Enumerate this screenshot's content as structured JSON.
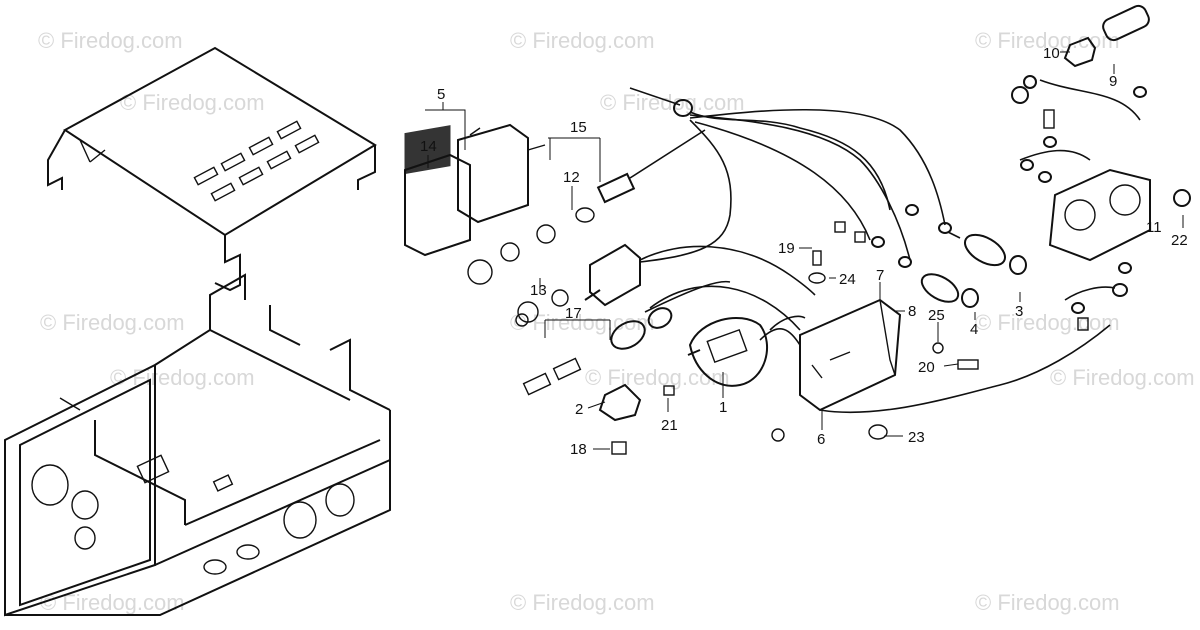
{
  "watermark": {
    "text": "© Firedog.com"
  },
  "callouts": [
    {
      "label": "1"
    },
    {
      "label": "2"
    },
    {
      "label": "3"
    },
    {
      "label": "4"
    },
    {
      "label": "5"
    },
    {
      "label": "6"
    },
    {
      "label": "7"
    },
    {
      "label": "8"
    },
    {
      "label": "9"
    },
    {
      "label": "10"
    },
    {
      "label": "11"
    },
    {
      "label": "12"
    },
    {
      "label": "13"
    },
    {
      "label": "14"
    },
    {
      "label": "15"
    },
    {
      "label": "17"
    },
    {
      "label": "18"
    },
    {
      "label": "19"
    },
    {
      "label": "20"
    },
    {
      "label": "21"
    },
    {
      "label": "22"
    },
    {
      "label": "23"
    },
    {
      "label": "24"
    },
    {
      "label": "25"
    }
  ]
}
